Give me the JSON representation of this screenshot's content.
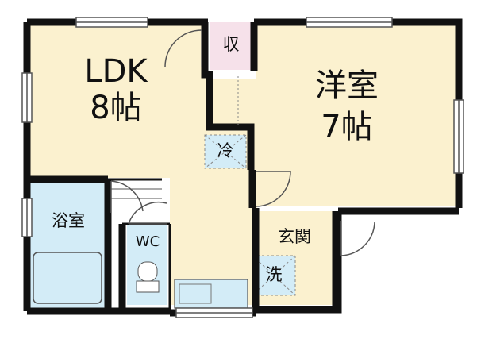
{
  "rooms": {
    "ldk": {
      "name": "LDK",
      "size": "8帖"
    },
    "western": {
      "name": "洋室",
      "size": "7帖"
    },
    "storage": "収",
    "fridge": "冷",
    "bath": "浴室",
    "wc": "WC",
    "entrance": "玄関",
    "washer": "洗"
  },
  "colors": {
    "wall": "#111111",
    "floor": "#fbf1cf",
    "bath_fill": "#d3ecf7",
    "storage_fill": "#f6e1ea",
    "outline": "#8a8a8a"
  }
}
